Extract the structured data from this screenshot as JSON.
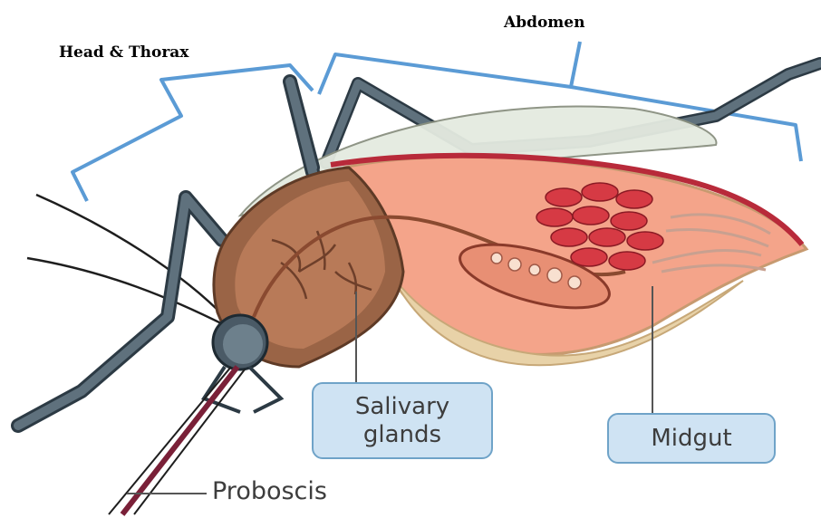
{
  "labels": {
    "head_thorax": "Head & Thorax",
    "abdomen": "Abdomen",
    "salivary_glands_line1": "Salivary",
    "salivary_glands_line2": "glands",
    "midgut": "Midgut",
    "proboscis": "Proboscis"
  },
  "colors": {
    "bracket": "#5b9bd5",
    "callout_fill": "#cfe3f3",
    "callout_border": "#6fa3c8",
    "leg": "#4a5a66",
    "thorax": "#8a5a3e",
    "abdomen": "#f0a080",
    "midgut_blood": "#d63a44"
  }
}
